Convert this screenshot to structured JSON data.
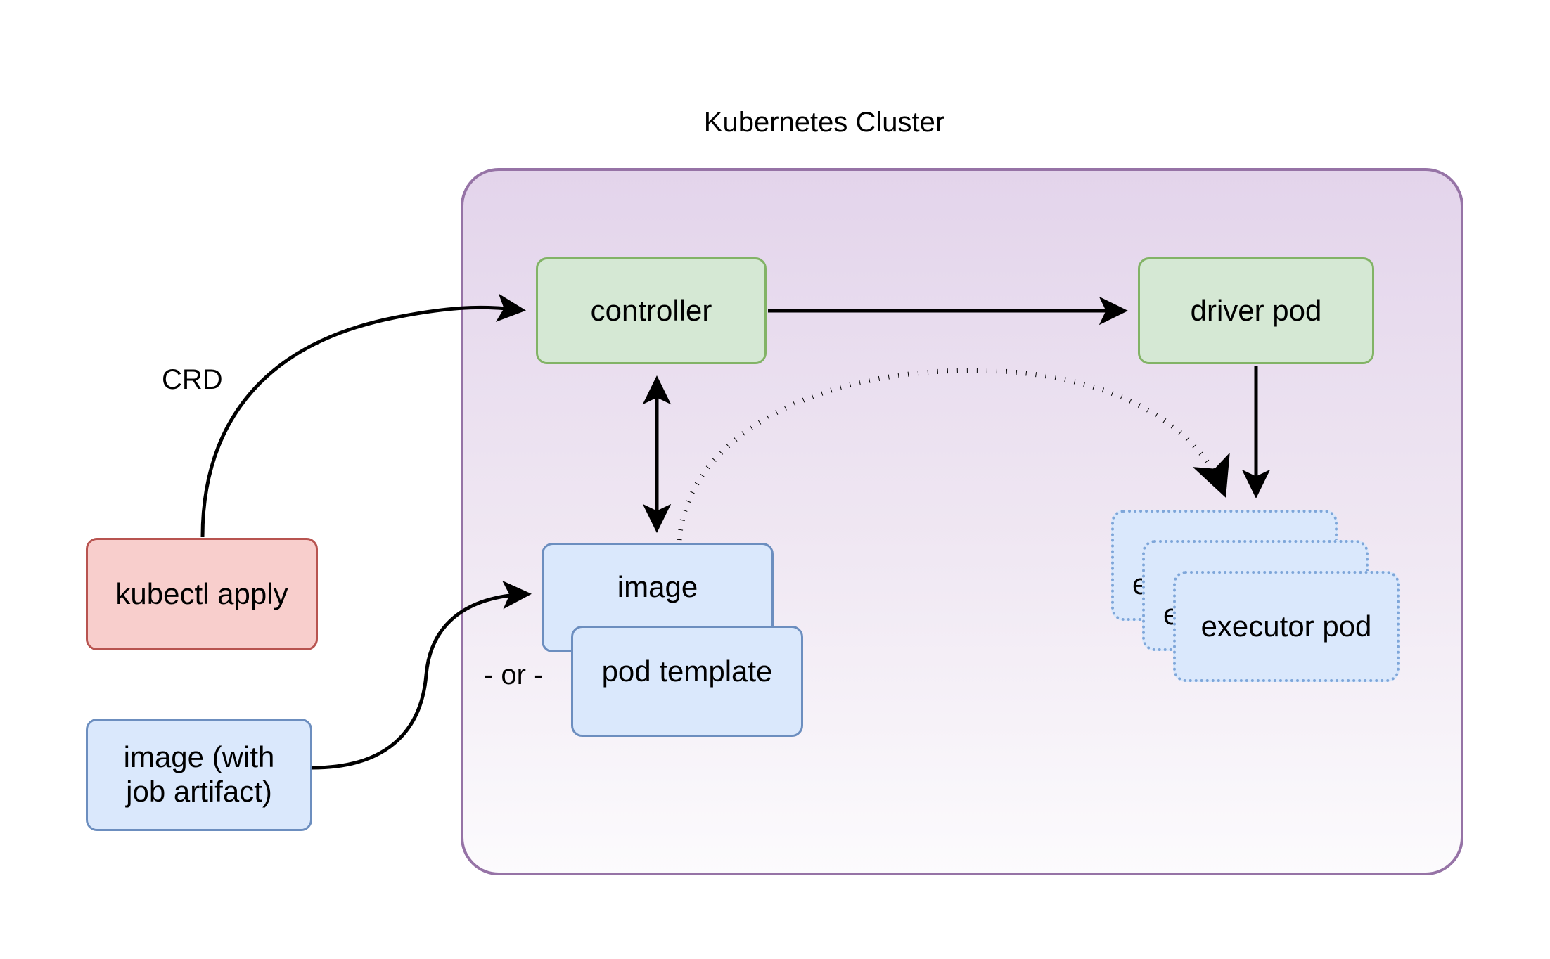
{
  "diagram": {
    "title": "Kubernetes Cluster",
    "background_color": "#ffffff",
    "cluster": {
      "label": "Kubernetes Cluster",
      "border_color": "#9673a6",
      "fill_top_color": "#e2d3ea",
      "fill_bottom_color": "#fbfafc"
    },
    "nodes": {
      "controller": {
        "label": "controller",
        "fill": "#d5e8d4",
        "stroke": "#82b366"
      },
      "driver_pod": {
        "label": "driver pod",
        "fill": "#d5e8d4",
        "stroke": "#82b366"
      },
      "image": {
        "label": "image",
        "fill": "#dae8fc",
        "stroke": "#6c8ebf"
      },
      "pod_template": {
        "label": "pod template",
        "fill": "#dae8fc",
        "stroke": "#6c8ebf"
      },
      "kubectl_apply": {
        "label": "kubectl apply",
        "fill": "#f8cecc",
        "stroke": "#b85450"
      },
      "image_job_artifact": {
        "label": "image (with\njob artifact)",
        "fill": "#dae8fc",
        "stroke": "#6c8ebf"
      },
      "executor_pod_front": {
        "label": "executor pod",
        "fill": "#dae8fc",
        "stroke": "#7ea6d9"
      },
      "executor_pod_middle": {
        "label": "executor pod",
        "fill": "#dae8fc",
        "stroke": "#7ea6d9"
      },
      "executor_pod_back": {
        "label": "executor pod",
        "fill": "#dae8fc",
        "stroke": "#7ea6d9"
      }
    },
    "labels": {
      "crd": "CRD",
      "or": "- or -"
    },
    "edges": [
      {
        "id": "kubectl-apply-to-controller",
        "from": "kubectl_apply",
        "to": "controller",
        "label": "CRD",
        "style": "solid",
        "arrow": "single"
      },
      {
        "id": "controller-to-driver-pod",
        "from": "controller",
        "to": "driver_pod",
        "label": "",
        "style": "solid",
        "arrow": "single"
      },
      {
        "id": "controller-image-bidirectional",
        "from": "controller",
        "to": "image",
        "label": "",
        "style": "solid",
        "arrow": "double"
      },
      {
        "id": "image-to-executor-pod",
        "from": "image",
        "to": "executor_pod_back",
        "label": "",
        "style": "dotted",
        "arrow": "single"
      },
      {
        "id": "driver-pod-to-executor-pod",
        "from": "driver_pod",
        "to": "executor_pod_back",
        "label": "",
        "style": "solid",
        "arrow": "single"
      },
      {
        "id": "image-job-artifact-to-image",
        "from": "image_job_artifact",
        "to": "image",
        "label": "",
        "style": "solid",
        "arrow": "single"
      }
    ]
  }
}
